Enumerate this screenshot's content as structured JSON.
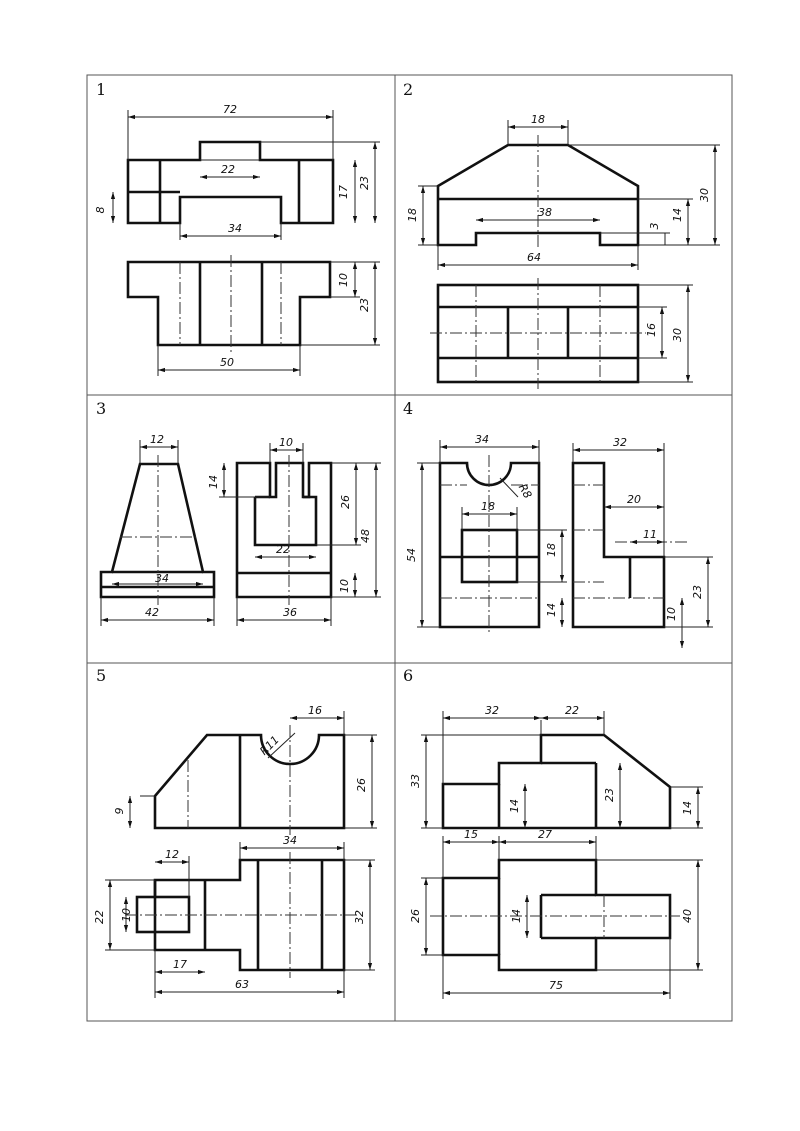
{
  "panels": [
    {
      "number": "1",
      "dims": [
        "72",
        "22",
        "8",
        "17",
        "23",
        "34",
        "10",
        "23",
        "50"
      ]
    },
    {
      "number": "2",
      "dims": [
        "18",
        "30",
        "18",
        "38",
        "3",
        "14",
        "64",
        "16",
        "30"
      ]
    },
    {
      "number": "3",
      "dims": [
        "12",
        "10",
        "14",
        "26",
        "48",
        "22",
        "34",
        "10",
        "42",
        "36"
      ]
    },
    {
      "number": "4",
      "dims": [
        "34",
        "R8",
        "18",
        "54",
        "18",
        "14",
        "32",
        "20",
        "11",
        "23",
        "10"
      ]
    },
    {
      "number": "5",
      "dims": [
        "16",
        "R11",
        "9",
        "26",
        "34",
        "12",
        "22",
        "10",
        "32",
        "17",
        "63"
      ]
    },
    {
      "number": "6",
      "dims": [
        "32",
        "22",
        "33",
        "14",
        "23",
        "14",
        "15",
        "27",
        "26",
        "14",
        "40",
        "75"
      ]
    }
  ]
}
